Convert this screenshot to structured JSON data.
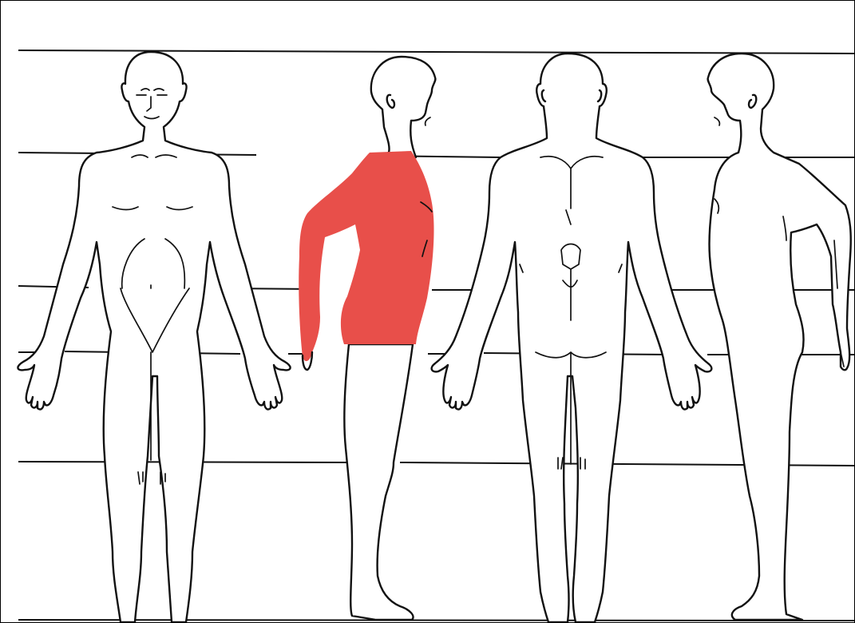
{
  "figure": {
    "views": [
      "front",
      "right-side",
      "back",
      "left-side"
    ],
    "highlight_color": "#e84f4a",
    "line_color": "#111111",
    "background": "#ffffff",
    "highlighted_view": "right-side",
    "highlighted_region": "torso-and-arm"
  }
}
